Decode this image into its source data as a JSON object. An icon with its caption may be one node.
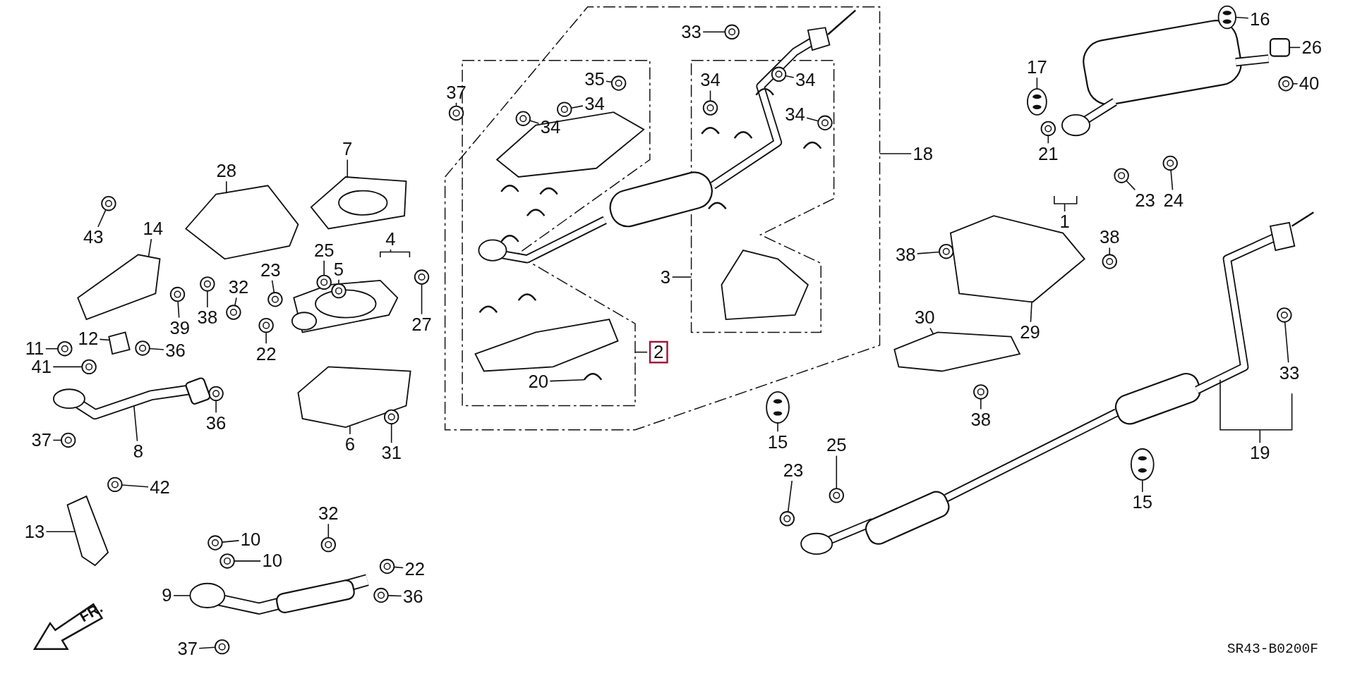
{
  "diagram": {
    "nodes": [
      {
        "text": [
          "28"
        ]
      },
      {
        "text": [
          "7"
        ]
      },
      {
        "text": [
          "43"
        ]
      },
      {
        "text": [
          "14"
        ]
      },
      {
        "text": [
          "25"
        ]
      },
      {
        "text": [
          "23"
        ]
      },
      {
        "text": [
          "5"
        ]
      },
      {
        "text": [
          "4"
        ]
      },
      {
        "text": [
          "32"
        ]
      },
      {
        "text": [
          "39"
        ]
      },
      {
        "text": [
          "38"
        ]
      },
      {
        "text": [
          "27"
        ]
      },
      {
        "text": [
          "22"
        ]
      },
      {
        "text": [
          "11"
        ]
      },
      {
        "text": [
          "12"
        ]
      },
      {
        "text": [
          "36"
        ]
      },
      {
        "text": [
          "41"
        ]
      },
      {
        "text": [
          "36"
        ]
      },
      {
        "text": [
          "8"
        ]
      },
      {
        "text": [
          "37"
        ]
      },
      {
        "text": [
          "6"
        ]
      },
      {
        "text": [
          "31"
        ]
      },
      {
        "text": [
          "42"
        ]
      },
      {
        "text": [
          "13"
        ]
      },
      {
        "text": [
          "32"
        ]
      },
      {
        "text": [
          "10"
        ]
      },
      {
        "text": [
          "10"
        ]
      },
      {
        "text": [
          "22"
        ]
      },
      {
        "text": [
          "9"
        ]
      },
      {
        "text": [
          "36"
        ]
      },
      {
        "text": [
          "37"
        ]
      },
      {
        "text": [
          "33"
        ]
      },
      {
        "text": [
          "37"
        ]
      },
      {
        "text": [
          "35"
        ]
      },
      {
        "text": [
          "34"
        ]
      },
      {
        "text": [
          "34"
        ]
      },
      {
        "text": [
          "34"
        ]
      },
      {
        "text": [
          "34"
        ]
      },
      {
        "text": [
          "34"
        ]
      },
      {
        "text": [
          "18"
        ]
      },
      {
        "text": [
          "3"
        ]
      },
      {
        "text": [
          "2"
        ]
      },
      {
        "text": [
          "20"
        ]
      },
      {
        "text": [
          "16"
        ]
      },
      {
        "text": [
          "26"
        ]
      },
      {
        "text": [
          "17"
        ]
      },
      {
        "text": [
          "40"
        ]
      },
      {
        "text": [
          "21"
        ]
      },
      {
        "text": [
          "23"
        ]
      },
      {
        "text": [
          "24"
        ]
      },
      {
        "text": [
          "1"
        ]
      },
      {
        "text": [
          "38"
        ]
      },
      {
        "text": [
          "38"
        ]
      },
      {
        "text": [
          "30"
        ]
      },
      {
        "text": [
          "29"
        ]
      },
      {
        "text": [
          "33"
        ]
      },
      {
        "text": [
          "38"
        ]
      },
      {
        "text": [
          "15"
        ]
      },
      {
        "text": [
          "19"
        ]
      },
      {
        "text": [
          "25"
        ]
      },
      {
        "text": [
          "23"
        ]
      },
      {
        "text": [
          "15"
        ]
      },
      {
        "text": [],
        "shape": "picture"
      },
      {
        "text": [],
        "shape": "picture"
      },
      {
        "text": [],
        "shape": "picture"
      },
      {
        "text": [],
        "shape": "picture"
      },
      {
        "text": [],
        "shape": "picture"
      },
      {
        "text": [],
        "shape": "picture"
      },
      {
        "text": [],
        "shape": "picture"
      },
      {
        "text": [],
        "shape": "picture"
      },
      {
        "text": [],
        "shape": "picture"
      },
      {
        "text": [],
        "shape": "picture"
      },
      {
        "text": [],
        "shape": "picture"
      },
      {
        "text": [],
        "shape": "picture"
      },
      {
        "text": [],
        "shape": "picture"
      },
      {
        "text": [],
        "shape": "picture"
      },
      {
        "text": [],
        "shape": "picture"
      },
      {
        "text": [],
        "shape": "picture"
      },
      {
        "text": [],
        "shape": "picture"
      },
      {
        "text": [],
        "shape": "picture"
      },
      {
        "text": [],
        "shape": "picture"
      },
      {
        "text": [],
        "shape": "picture"
      },
      {
        "text": [],
        "shape": "picture"
      },
      {
        "text": [],
        "shape": "picture"
      },
      {
        "text": [],
        "shape": "picture"
      },
      {
        "text": [],
        "shape": "picture"
      },
      {
        "text": [],
        "shape": "picture"
      },
      {
        "text": [],
        "shape": "picture"
      },
      {
        "text": [],
        "shape": "picture"
      },
      {
        "text": [],
        "shape": "picture"
      },
      {
        "text": [],
        "shape": "picture"
      },
      {
        "text": [],
        "shape": "picture"
      },
      {
        "text": [],
        "shape": "picture"
      },
      {
        "text": [],
        "shape": "picture"
      },
      {
        "text": [],
        "shape": "picture"
      },
      {
        "text": [],
        "shape": "picture"
      },
      {
        "text": [],
        "shape": "picture"
      },
      {
        "text": [],
        "shape": "picture"
      },
      {
        "text": [],
        "shape": "picture"
      },
      {
        "text": [],
        "shape": "picture"
      },
      {
        "text": [],
        "shape": "picture"
      },
      {
        "text": [],
        "shape": "picture"
      },
      {
        "text": [],
        "shape": "picture"
      },
      {
        "text": [],
        "shape": "picture"
      },
      {
        "text": [],
        "shape": "picture"
      },
      {
        "text": [],
        "shape": "picture"
      },
      {
        "text": [],
        "shape": "picture"
      },
      {
        "text": [],
        "shape": "picture"
      },
      {
        "text": [],
        "shape": "picture"
      },
      {
        "text": [],
        "shape": "picture"
      },
      {
        "text": [],
        "shape": "picture"
      },
      {
        "text": [],
        "shape": "picture"
      },
      {
        "text": [],
        "shape": "picture"
      },
      {
        "text": [],
        "shape": "picture"
      },
      {
        "text": [],
        "shape": "picture"
      },
      {
        "text": [],
        "shape": "picture"
      },
      {
        "text": [],
        "shape": "picture"
      },
      {
        "text": [],
        "shape": "picture"
      }
    ],
    "edges": [
      {
        "from": 0,
        "to": 62,
        "arrow": "none"
      },
      {
        "from": 1,
        "to": 63,
        "arrow": "none"
      },
      {
        "from": 2,
        "to": 64,
        "arrow": "none"
      },
      {
        "from": 3,
        "to": 65,
        "arrow": "none"
      },
      {
        "from": 4,
        "to": 66,
        "arrow": "none"
      },
      {
        "from": 5,
        "to": 67,
        "arrow": "none"
      },
      {
        "from": 6,
        "to": 68,
        "arrow": "none"
      },
      {
        "from": 7,
        "to": null,
        "arrow": "none"
      },
      {
        "from": 8,
        "to": 69,
        "arrow": "none"
      },
      {
        "from": 9,
        "to": 70,
        "arrow": "none"
      },
      {
        "from": 10,
        "to": 71,
        "arrow": "none"
      },
      {
        "from": 11,
        "to": 72,
        "arrow": "none"
      },
      {
        "from": 12,
        "to": 73,
        "arrow": "none"
      },
      {
        "from": 13,
        "to": 74,
        "arrow": "none"
      },
      {
        "from": 14,
        "to": 75,
        "arrow": "none"
      },
      {
        "from": 15,
        "to": 76,
        "arrow": "none"
      },
      {
        "from": 16,
        "to": 77,
        "arrow": "none"
      },
      {
        "from": 17,
        "to": 78,
        "arrow": "none"
      },
      {
        "from": 18,
        "to": 79,
        "arrow": "none"
      },
      {
        "from": 19,
        "to": 80,
        "arrow": "none"
      },
      {
        "from": 20,
        "to": 81,
        "arrow": "none"
      },
      {
        "from": 21,
        "to": 82,
        "arrow": "none"
      },
      {
        "from": 22,
        "to": 83,
        "arrow": "none"
      },
      {
        "from": 23,
        "to": 84,
        "arrow": "none"
      },
      {
        "from": 24,
        "to": 85,
        "arrow": "none"
      },
      {
        "from": 25,
        "to": 86,
        "arrow": "none"
      },
      {
        "from": 26,
        "to": 87,
        "arrow": "none"
      },
      {
        "from": 27,
        "to": 88,
        "arrow": "none"
      },
      {
        "from": 28,
        "to": 89,
        "arrow": "none"
      },
      {
        "from": 29,
        "to": 90,
        "arrow": "none"
      },
      {
        "from": 30,
        "to": 91,
        "arrow": "none"
      },
      {
        "from": 31,
        "to": 92,
        "arrow": "none"
      },
      {
        "from": 32,
        "to": 93,
        "arrow": "none"
      },
      {
        "from": 33,
        "to": 94,
        "arrow": "none"
      },
      {
        "from": 34,
        "to": 95,
        "arrow": "none"
      },
      {
        "from": 35,
        "to": 96,
        "arrow": "none"
      },
      {
        "from": 36,
        "to": 97,
        "arrow": "none"
      },
      {
        "from": 37,
        "to": 98,
        "arrow": "none"
      },
      {
        "from": 38,
        "to": 99,
        "arrow": "none"
      },
      {
        "from": 39,
        "to": null,
        "arrow": "none"
      },
      {
        "from": 40,
        "to": null,
        "arrow": "none"
      },
      {
        "from": 41,
        "to": null,
        "arrow": "none"
      },
      {
        "from": 42,
        "to": 100,
        "arrow": "none"
      },
      {
        "from": 43,
        "to": 101,
        "arrow": "none"
      },
      {
        "from": 44,
        "to": 102,
        "arrow": "none"
      },
      {
        "from": 45,
        "to": 103,
        "arrow": "none"
      },
      {
        "from": 46,
        "to": 104,
        "arrow": "none"
      },
      {
        "from": 47,
        "to": 105,
        "arrow": "none"
      },
      {
        "from": 48,
        "to": 106,
        "arrow": "none"
      },
      {
        "from": 49,
        "to": 107,
        "arrow": "none"
      },
      {
        "from": 50,
        "to": null,
        "arrow": "none"
      },
      {
        "from": 51,
        "to": 108,
        "arrow": "none"
      },
      {
        "from": 52,
        "to": 109,
        "arrow": "none"
      },
      {
        "from": 53,
        "to": 110,
        "arrow": "none"
      },
      {
        "from": 54,
        "to": 111,
        "arrow": "none"
      },
      {
        "from": 55,
        "to": 112,
        "arrow": "none"
      },
      {
        "from": 56,
        "to": 113,
        "arrow": "none"
      },
      {
        "from": 57,
        "to": 114,
        "arrow": "none"
      },
      {
        "from": 58,
        "to": null,
        "arrow": "none"
      },
      {
        "from": 59,
        "to": 115,
        "arrow": "none"
      },
      {
        "from": 60,
        "to": 116,
        "arrow": "none"
      },
      {
        "from": 61,
        "to": 117,
        "arrow": "none"
      }
    ],
    "labels": [
      "FR.",
      "SR43-B0200F"
    ]
  }
}
